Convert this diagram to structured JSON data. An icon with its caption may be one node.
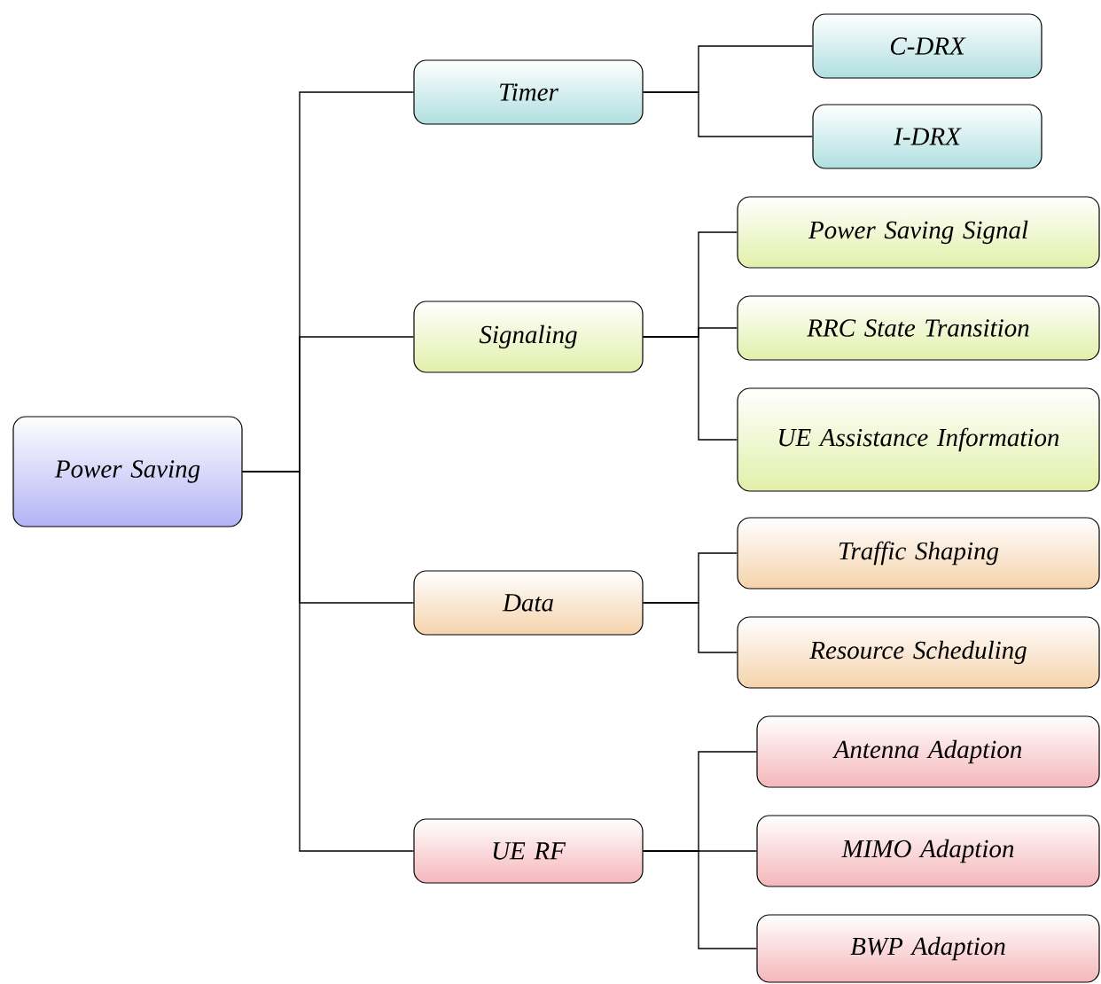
{
  "diagram": {
    "nodes": [
      {
        "text": [
          "Power Saving"
        ]
      },
      {
        "text": [
          "Timer"
        ]
      },
      {
        "text": [
          "Signaling"
        ]
      },
      {
        "text": [
          "Data"
        ]
      },
      {
        "text": [
          "UE RF"
        ]
      },
      {
        "text": [
          "C-DRX"
        ]
      },
      {
        "text": [
          "I-DRX"
        ]
      },
      {
        "text": [
          "Power Saving Signal"
        ]
      },
      {
        "text": [
          "RRC State Transition"
        ]
      },
      {
        "text": [
          "UE Assistance Information"
        ]
      },
      {
        "text": [
          "Traffic Shaping"
        ]
      },
      {
        "text": [
          "Resource Scheduling"
        ]
      },
      {
        "text": [
          "Antenna Adaption"
        ]
      },
      {
        "text": [
          "MIMO Adaption"
        ]
      },
      {
        "text": [
          "BWP Adaption"
        ]
      }
    ],
    "edges": [
      {
        "from": 0,
        "to": 1,
        "arrow": "none"
      },
      {
        "from": 0,
        "to": 2,
        "arrow": "none"
      },
      {
        "from": 0,
        "to": 3,
        "arrow": "none"
      },
      {
        "from": 0,
        "to": 4,
        "arrow": "none"
      },
      {
        "from": 1,
        "to": 5,
        "arrow": "none"
      },
      {
        "from": 1,
        "to": 6,
        "arrow": "none"
      },
      {
        "from": 2,
        "to": 7,
        "arrow": "none"
      },
      {
        "from": 2,
        "to": 8,
        "arrow": "none"
      },
      {
        "from": 2,
        "to": 9,
        "arrow": "none"
      },
      {
        "from": 3,
        "to": 10,
        "arrow": "none"
      },
      {
        "from": 3,
        "to": 11,
        "arrow": "none"
      },
      {
        "from": 4,
        "to": 12,
        "arrow": "none"
      },
      {
        "from": 4,
        "to": 13,
        "arrow": "none"
      },
      {
        "from": 4,
        "to": 14,
        "arrow": "none"
      }
    ]
  }
}
